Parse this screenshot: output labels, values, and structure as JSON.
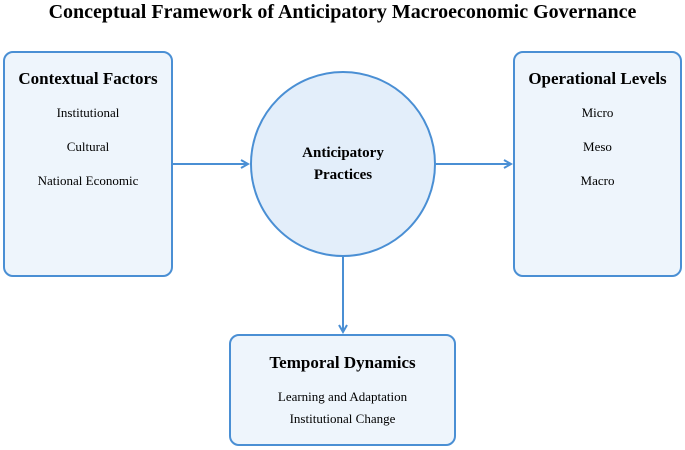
{
  "title": "Conceptual Framework of Anticipatory Macroeconomic Governance",
  "center": {
    "label": "Anticipatory Practices"
  },
  "contextual_factors": {
    "heading": "Contextual Factors",
    "items": [
      "Institutional",
      "Cultural",
      "National Economic"
    ]
  },
  "operational_levels": {
    "heading": "Operational Levels",
    "items": [
      "Micro",
      "Meso",
      "Macro"
    ]
  },
  "temporal_dynamics": {
    "heading": "Temporal Dynamics",
    "items": [
      "Learning and Adaptation",
      "Institutional Change"
    ]
  },
  "colors": {
    "stroke": "#4a8fd4",
    "box_fill": "#eef5fc",
    "circle_fill": "#e3eefa"
  }
}
